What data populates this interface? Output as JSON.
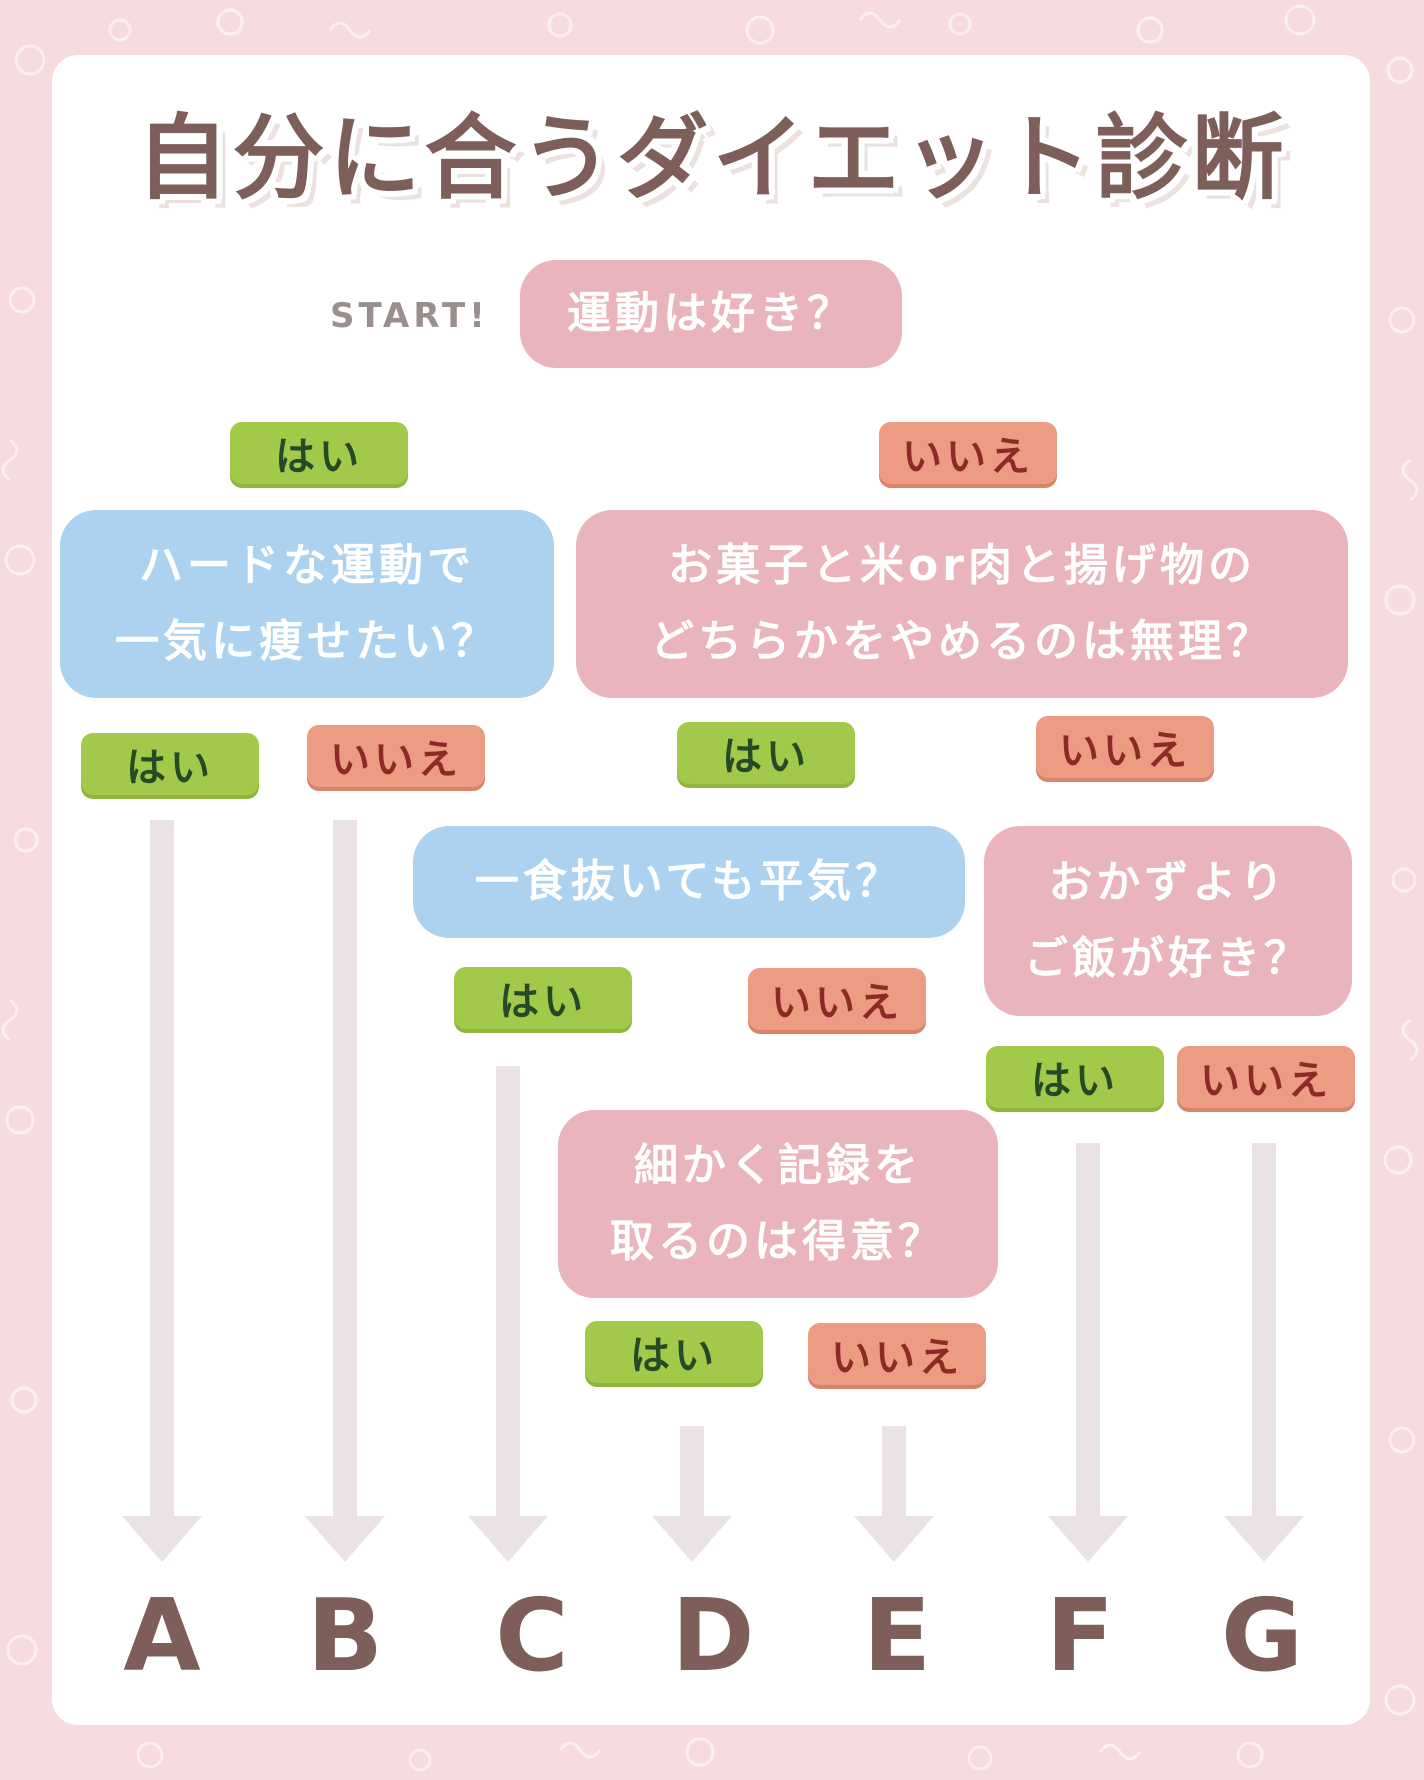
{
  "title": "自分に合うダイエット診断",
  "start_label": "START!",
  "colors": {
    "background": "#f6dcdf",
    "card": "#ffffff",
    "question_pink": "#eab4bd",
    "question_blue": "#acd2ef",
    "yes_tag": "#a3c94b",
    "no_tag": "#ec9c83",
    "arrow": "#ebe3e3",
    "result_text": "#7d5e59"
  },
  "questions": {
    "q1": "運動は好き？",
    "q2": {
      "line1": "ハードな運動で",
      "line2": "一気に痩せたい？"
    },
    "q3": {
      "line1": "お菓子と米or肉と揚げ物の",
      "line2": "どちらかをやめるのは無理？"
    },
    "q4": "一食抜いても平気？",
    "q5": {
      "line1": "おかずより",
      "line2": "ご飯が好き？"
    },
    "q6": {
      "line1": "細かく記録を",
      "line2": "取るのは得意？"
    }
  },
  "answers": {
    "yes": "はい",
    "no": "いいえ"
  },
  "results": [
    "A",
    "B",
    "C",
    "D",
    "E",
    "F",
    "G"
  ]
}
